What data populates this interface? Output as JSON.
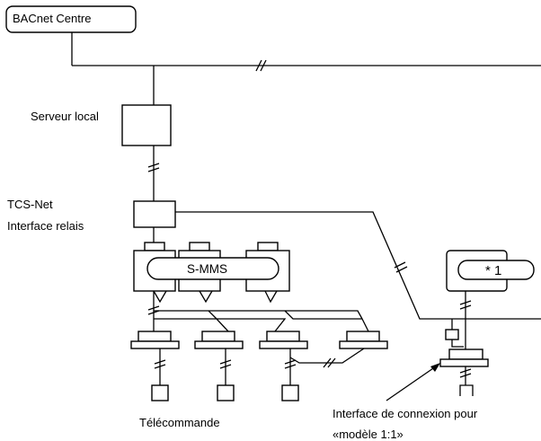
{
  "labels": {
    "bacnet_centre": "BACnet Centre",
    "serveur_local": "Serveur local",
    "tcs_net": "TCS-Net",
    "interface_relais": "Interface relais",
    "s_mms": "S-MMS",
    "star_one": "* 1",
    "telecommande": "Télécommande",
    "interface_connexion_line1": "Interface de connexion pour",
    "interface_connexion_line2": "«modèle 1:1»"
  }
}
